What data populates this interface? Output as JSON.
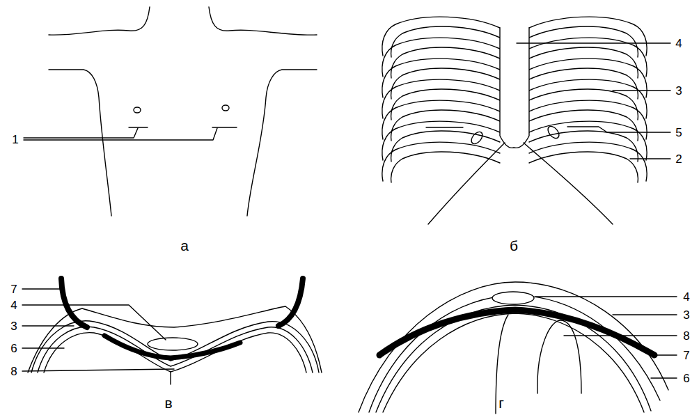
{
  "diagram": {
    "labels": [
      "1",
      "а",
      "4",
      "3",
      "5",
      "2",
      "б",
      "7",
      "4",
      "3",
      "6",
      "8",
      "в",
      "4",
      "3",
      "8",
      "7",
      "6",
      "г"
    ]
  }
}
